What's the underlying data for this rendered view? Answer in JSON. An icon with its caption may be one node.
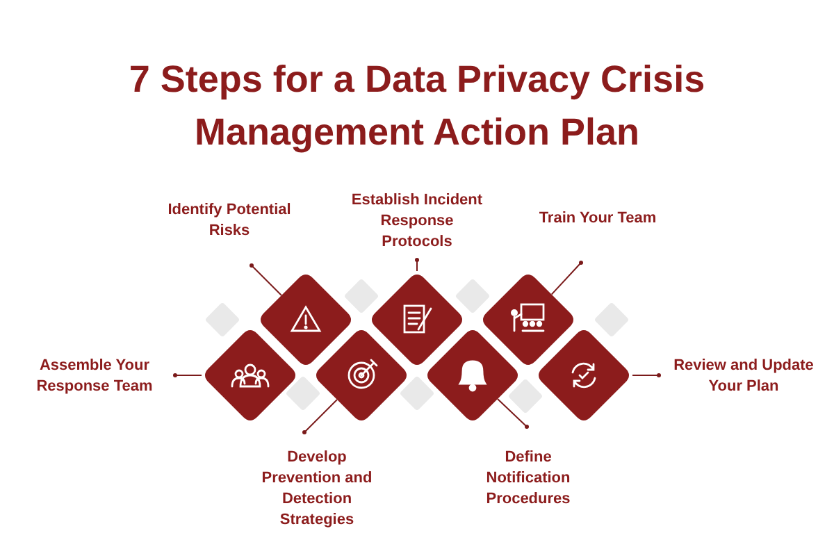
{
  "diagram": {
    "title": "7 Steps for a Data Privacy Crisis Management Action Plan",
    "nodes": [
      {
        "text": [
          "Identify Potential Risks"
        ]
      },
      {
        "text": [
          "Establish Incident Response Protocols"
        ]
      },
      {
        "text": [
          "Train Your Team"
        ]
      },
      {
        "text": [
          "Assemble Your Response Team"
        ]
      },
      {
        "text": [
          "Review and Update Your Plan"
        ]
      },
      {
        "text": [
          "Develop Prevention and Detection Strategies"
        ]
      },
      {
        "text": [
          "Define Notification Procedures"
        ]
      },
      {
        "text": [],
        "shape": "diamond"
      },
      {
        "text": [],
        "shape": "diamond"
      },
      {
        "text": [],
        "shape": "diamond"
      },
      {
        "text": [],
        "shape": "diamond"
      },
      {
        "text": [],
        "shape": "diamond"
      },
      {
        "text": [],
        "shape": "diamond"
      },
      {
        "text": [],
        "shape": "diamond"
      }
    ],
    "edges": [
      {
        "from": 3,
        "to": 7,
        "arrow": "other"
      },
      {
        "from": 0,
        "to": 8,
        "arrow": "other"
      },
      {
        "from": 5,
        "to": 9,
        "arrow": "other"
      },
      {
        "from": 1,
        "to": 10,
        "arrow": "other"
      },
      {
        "from": 6,
        "to": 11,
        "arrow": "other"
      },
      {
        "from": 2,
        "to": 12,
        "arrow": "other"
      },
      {
        "from": 4,
        "to": 13,
        "arrow": "other"
      }
    ]
  }
}
